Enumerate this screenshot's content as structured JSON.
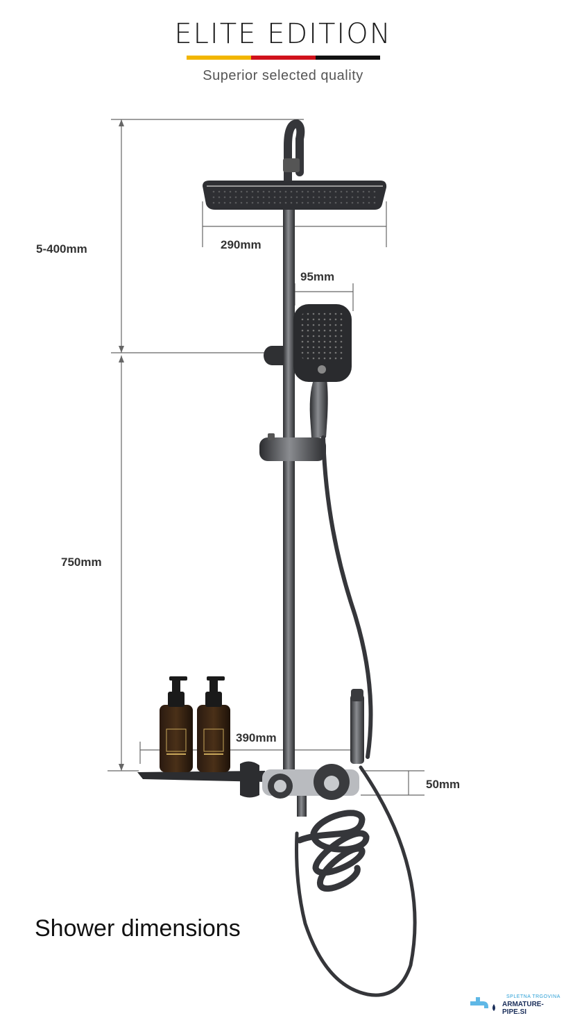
{
  "header": {
    "title": "ELITE EDITION",
    "subtitle": "Superior selected quality",
    "flag_colors": [
      "#f2b600",
      "#d0121b",
      "#111111"
    ]
  },
  "dimensions": {
    "height_adjust": "5-400mm",
    "overhead_width": "290mm",
    "hand_shower_width": "95mm",
    "rail_height": "750mm",
    "shelf_width": "390mm",
    "valve_height": "50mm"
  },
  "caption": "Shower dimensions",
  "logo": {
    "tagline": "SPLETNA TRGOVINA",
    "name": "ARMATURE-PIPE.SI",
    "icon": "faucet-drop-icon"
  },
  "colors": {
    "metal": "#3a3b3e",
    "metal_light": "#8a8c90",
    "dim_line": "#666666"
  }
}
